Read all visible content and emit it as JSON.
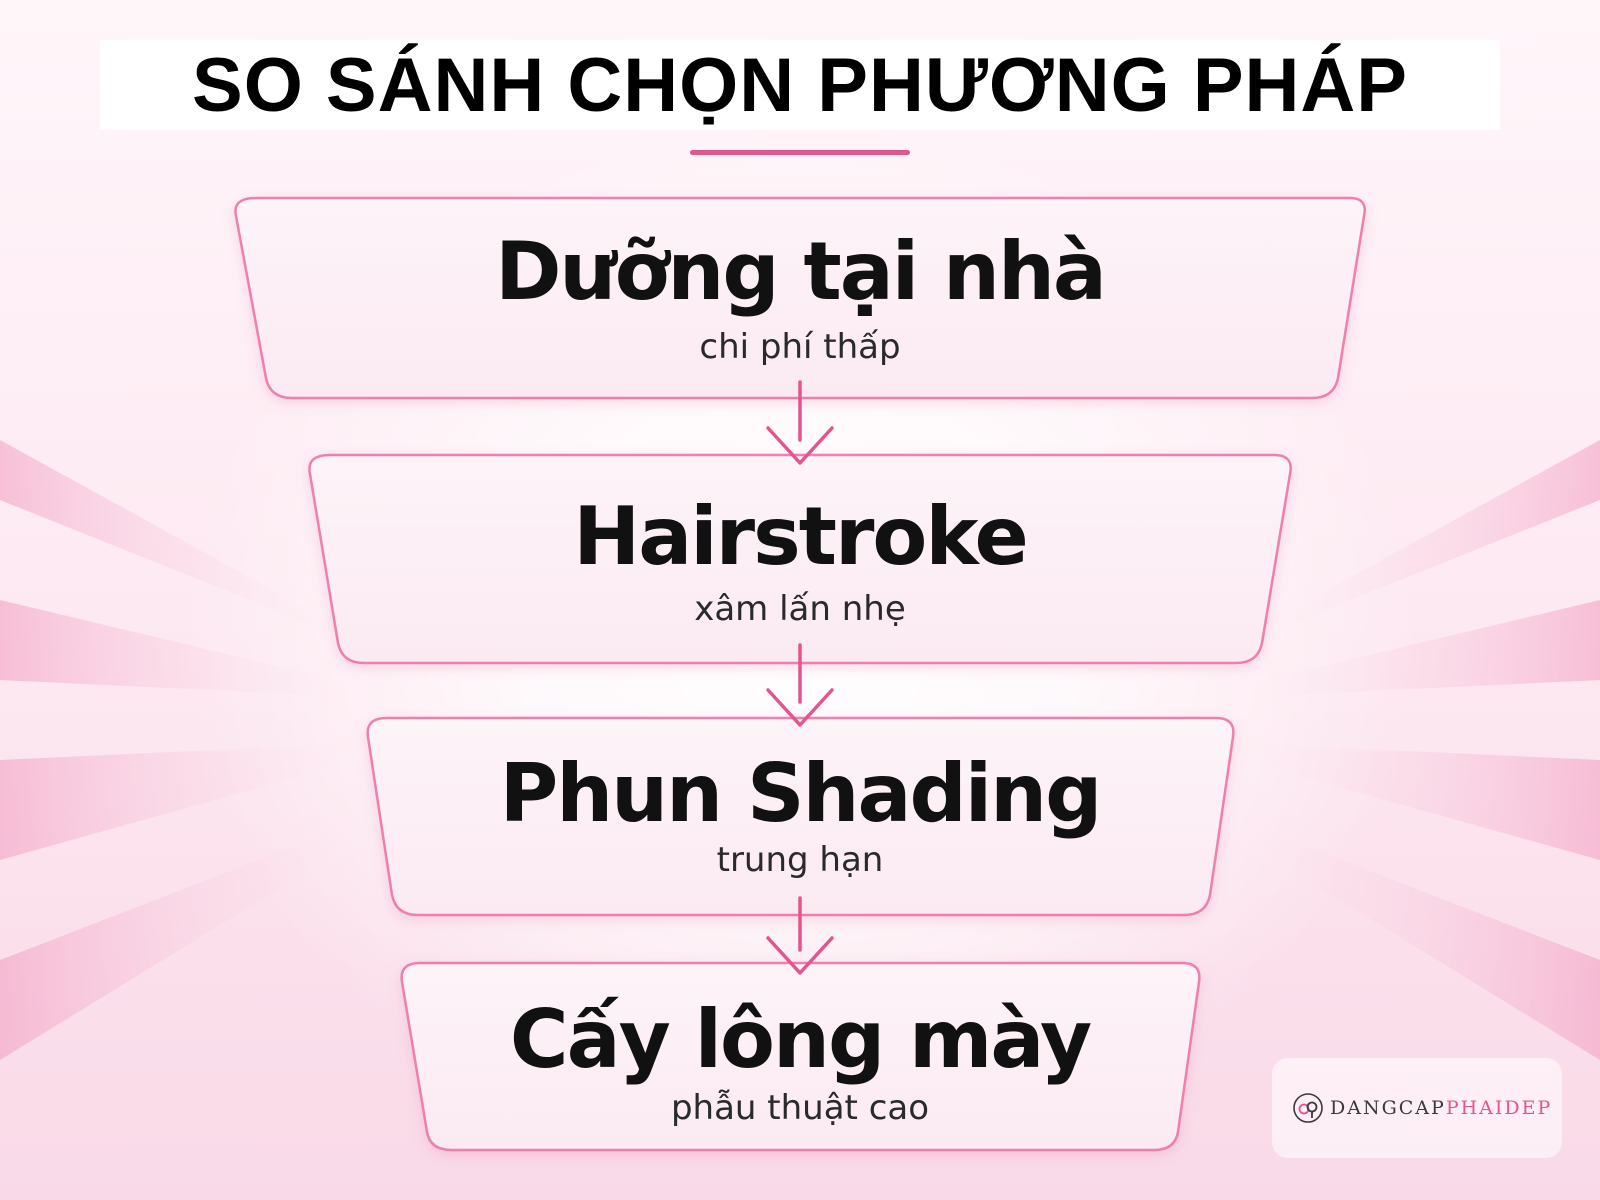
{
  "title": "SO SÁNH CHỌN PHƯƠNG PHÁP",
  "colors": {
    "accent": "#e2558f",
    "box_fill": "#fdf2f7",
    "box_border": "#ee7fae",
    "text": "#111111"
  },
  "steps": [
    {
      "label": "Dưỡng tại nhà",
      "sublabel": "chi phí thấp"
    },
    {
      "label": "Hairstroke",
      "sublabel": "xâm lấn nhẹ"
    },
    {
      "label": "Phun Shading",
      "sublabel": "trung hạn"
    },
    {
      "label": "Cấy lông mày",
      "sublabel": "phẫu thuật cao"
    }
  ],
  "arrows": [
    {
      "from": 0,
      "to": 1
    },
    {
      "from": 1,
      "to": 2
    },
    {
      "from": 2,
      "to": 3
    }
  ],
  "logo": {
    "icon": "dangcapphaidep-logo-icon",
    "text_part1": "DANGCAP",
    "text_part2": "PHAIDEP"
  }
}
